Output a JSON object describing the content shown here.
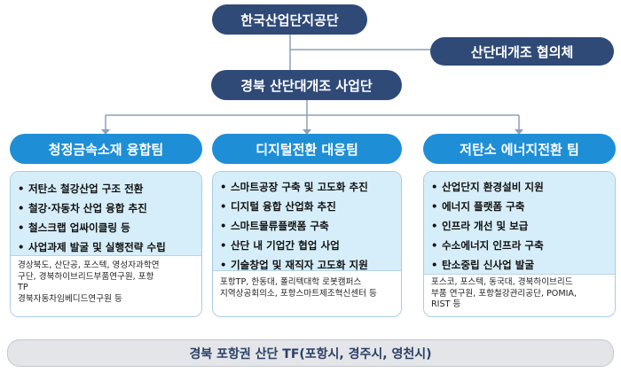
{
  "top": {
    "title": "한국산업단지공단"
  },
  "council": {
    "label": "산단대개조 협의체"
  },
  "org": {
    "title": "경북 산단대개조 사업단"
  },
  "teams": [
    {
      "title": "청정금속소재 융합팀",
      "tasks": [
        "저탄소 철강산업 구조 전환",
        "철강·자동차 산업 융합 추진",
        "철스크랩 업싸이클링 등",
        "사업과제 발굴 및 실행전략 수립"
      ],
      "partners": [
        "경상북도, 산단공, 포스텍, 영성자과학연",
        "구단, 경북하이브리드부품연구원, 포항",
        "TP",
        "경북자동차임베디드연구원 등"
      ]
    },
    {
      "title": "디지털전환 대응팀",
      "tasks": [
        "스마트공장 구축 및 고도화 추진",
        "디지털 융합 산업화 추진",
        "스마트물류플랫폼 구축",
        "산단 내 기업간 협업 사업",
        "기술창업 및 재직자 고도화 지원"
      ],
      "partners": [
        "포항TP, 한동대, 폴리텍대학 로봇캠퍼스",
        "지역상공회의소, 포항스마트제조혁신센터 등"
      ]
    },
    {
      "title": "저탄소 에너지전환 팀",
      "tasks": [
        "산업단지 환경설비 지원",
        "에너지 플랫폼 구축",
        "인프라 개선 및 보급",
        "수소에너지 인프라 구축",
        "탄소중립 신사업 발굴"
      ],
      "partners": [
        "포스코, 포스텍, 동국대, 경북하이브리드",
        "부품 연구원, 포항철강관리공단, POMIA,",
        "RIST 등"
      ]
    }
  ],
  "tf": {
    "label": "경북 포항권 산단 TF(포항시, 경주시, 영천시)"
  },
  "colors": {
    "navy": "#2f4a77",
    "blue": "#1e8fd6",
    "card_bg": "#d6eef9",
    "connector": "#8aa0b8"
  }
}
